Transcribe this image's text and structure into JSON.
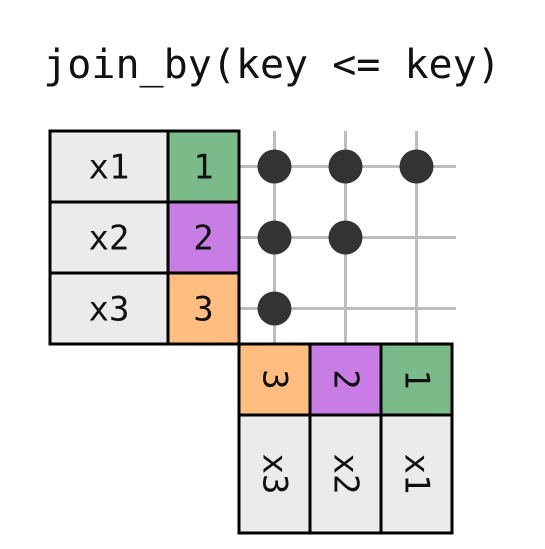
{
  "title": "join_by(key <= key)",
  "colors": {
    "key1": "#7bbb8a",
    "key2": "#c77de3",
    "key3": "#ffbd7f",
    "value_cell": "#ebebeb",
    "border": "#000000",
    "grid": "#bdbdbd",
    "dot": "#333333"
  },
  "left_table": {
    "rows": [
      {
        "value": "x1",
        "key": "1"
      },
      {
        "value": "x2",
        "key": "2"
      },
      {
        "value": "x3",
        "key": "3"
      }
    ]
  },
  "right_table": {
    "columns": [
      {
        "value": "x3",
        "key": "3"
      },
      {
        "value": "x2",
        "key": "2"
      },
      {
        "value": "x1",
        "key": "1"
      }
    ]
  },
  "matches": [
    {
      "left": "1",
      "right": [
        "1",
        "2",
        "3"
      ]
    },
    {
      "left": "2",
      "right": [
        "2",
        "3"
      ]
    },
    {
      "left": "3",
      "right": [
        "3"
      ]
    }
  ]
}
